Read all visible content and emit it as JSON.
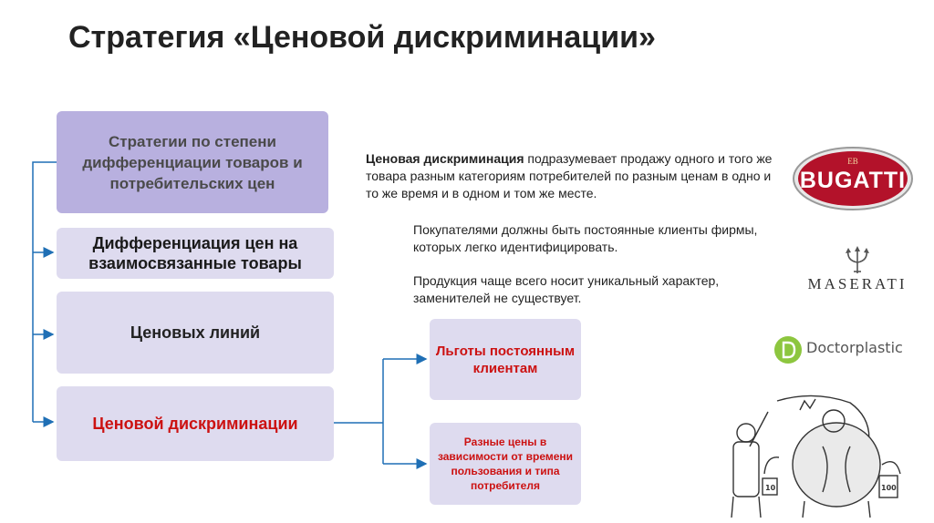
{
  "slide": {
    "title": "Стратегия «Ценовой дискриминации»"
  },
  "boxes": {
    "top": "Стратегии по степени дифференциации товаров и потребительских цен",
    "item1": "Дифференциация цен на взаимосвязанные товары",
    "item2": "Ценовых линий",
    "item3": "Ценовой дискриминации",
    "right1": "Льготы постоянным клиентам",
    "right2": "Разные цены в зависимости от времени пользования и типа потребителя"
  },
  "text": {
    "p1_bold": "Ценовая дискриминация",
    "p1_rest": " подразумевает продажу одного и того же товара разным категориям потребителей по разным ценам в одно и то же время и в одном и том же месте.",
    "p2": "Покупателями должны быть постоянные клиенты фирмы, которых легко идентифицировать.",
    "p3": "Продукция чаще всего носит уникальный характер, заменителей не существует."
  },
  "logos": {
    "bugatti": "BUGATTI",
    "bugatti_emblem": "EB",
    "maserati": "MASERATI",
    "doctorplastic": "Doctorplastic"
  },
  "colors": {
    "accent_red": "#cc1111",
    "box_light": "#dedbef",
    "box_dark": "#b8b0df",
    "connector": "#1f6fb5"
  }
}
